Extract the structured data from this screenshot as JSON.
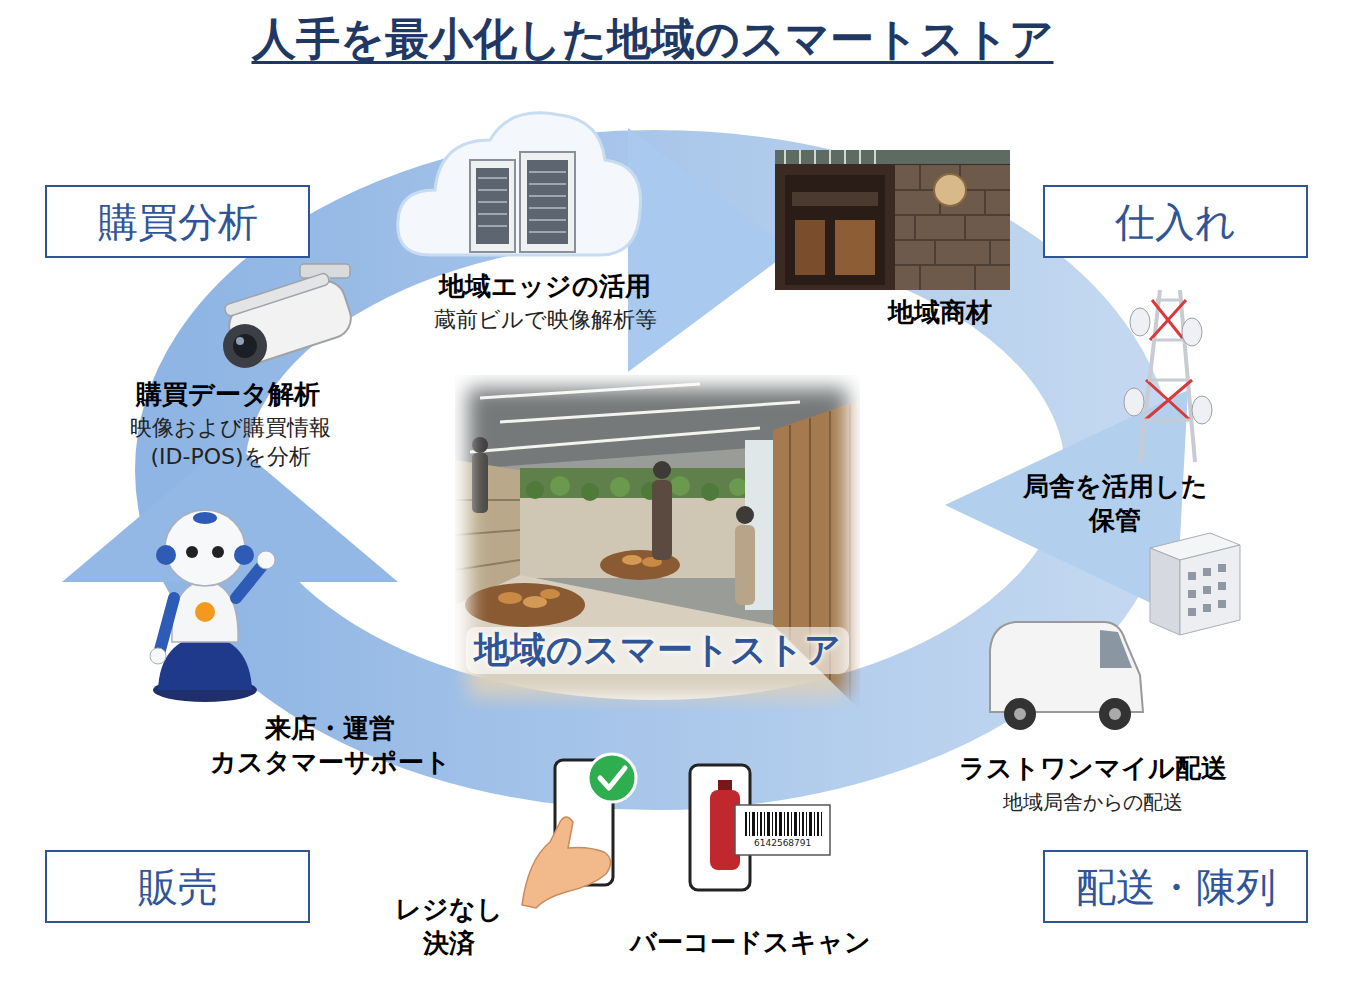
{
  "diagram": {
    "title": "人手を最小化した地域のスマートストア",
    "nodes": [
      {
        "text": [
          "購買分析"
        ]
      },
      {
        "text": [
          "仕入れ"
        ]
      },
      {
        "text": [
          "地域のスマートストア"
        ]
      },
      {
        "text": [
          "販売"
        ]
      },
      {
        "text": [
          "配送・陳列"
        ]
      }
    ],
    "labels": [
      "地域エッジの活用",
      "蔵前ビルで映像解析等",
      "地域商材",
      "局舎を活用した 保管",
      "購買データ解析",
      "映像および購買情報 (ID-POS)を分析",
      "ラストワンマイル配送",
      "地域局舎からの配送",
      "来店・運営 カスタマーサポート",
      "レジなし 決済",
      "バーコードスキャン",
      "6142568791"
    ]
  }
}
